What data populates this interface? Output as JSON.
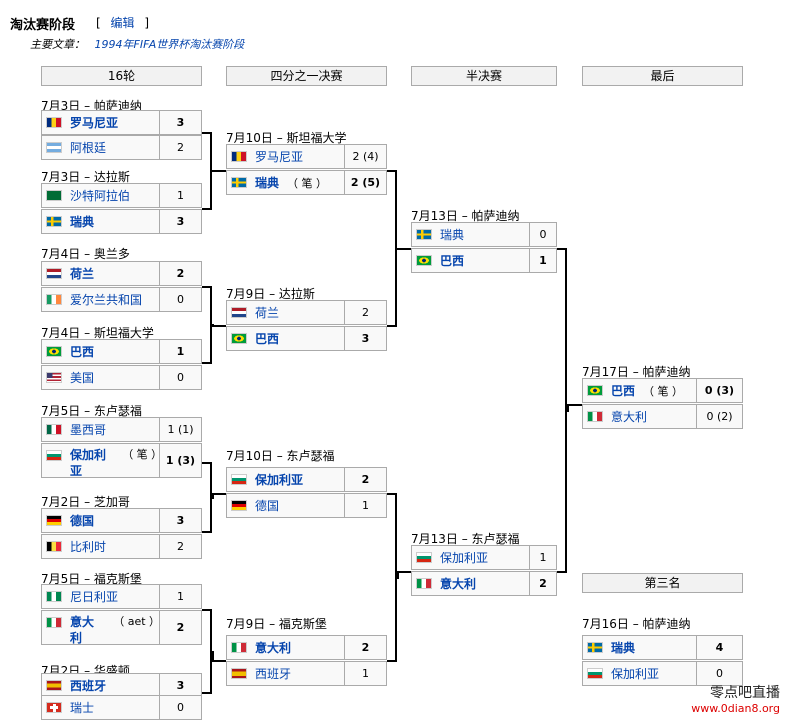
{
  "header": {
    "title": "淘汰赛阶段",
    "edit_open": "[",
    "edit_label": "编辑",
    "edit_close": "]",
    "main_prefix": "主要文章：",
    "main_link": "1994年FIFA世界杯淘汰赛阶段"
  },
  "rounds": {
    "r16": "16轮",
    "qf": "四分之一决赛",
    "sf": "半决赛",
    "final": "最后",
    "third": "第三名"
  },
  "r16": [
    {
      "date": "7月3日 – 帕萨迪纳",
      "teams": [
        {
          "name": "罗马尼亚",
          "flag": "romania-flag",
          "score": "3",
          "win": true
        },
        {
          "name": "阿根廷",
          "flag": "argentina-flag",
          "score": "2",
          "win": false
        }
      ]
    },
    {
      "date": "7月3日 – 达拉斯",
      "teams": [
        {
          "name": "沙特阿拉伯",
          "flag": "saudi-arabia-flag",
          "score": "1",
          "win": false
        },
        {
          "name": "瑞典",
          "flag": "sweden-flag",
          "score": "3",
          "win": true
        }
      ]
    },
    {
      "date": "7月4日 – 奥兰多",
      "teams": [
        {
          "name": "荷兰",
          "flag": "netherlands-flag",
          "score": "2",
          "win": true
        },
        {
          "name": "爱尔兰共和国",
          "flag": "ireland-flag",
          "score": "0",
          "win": false
        }
      ]
    },
    {
      "date": "7月4日 – 斯坦福大学",
      "teams": [
        {
          "name": "巴西",
          "flag": "brazil-flag",
          "score": "1",
          "win": true
        },
        {
          "name": "美国",
          "flag": "usa-flag",
          "score": "0",
          "win": false
        }
      ]
    },
    {
      "date": "7月5日 – 东卢瑟福",
      "teams": [
        {
          "name": "墨西哥",
          "flag": "mexico-flag",
          "score": "1 (1)",
          "win": false
        },
        {
          "name": "保加利亚",
          "flag": "bulgaria-flag",
          "score": "1 (3)",
          "win": true,
          "note": "（ 笔 ）",
          "tall": true
        }
      ]
    },
    {
      "date": "7月2日 – 芝加哥",
      "teams": [
        {
          "name": "德国",
          "flag": "germany-flag",
          "score": "3",
          "win": true
        },
        {
          "name": "比利时",
          "flag": "belgium-flag",
          "score": "2",
          "win": false
        }
      ]
    },
    {
      "date": "7月5日 – 福克斯堡",
      "teams": [
        {
          "name": "尼日利亚",
          "flag": "nigeria-flag",
          "score": "1",
          "win": false
        },
        {
          "name": "意大利",
          "flag": "italy-flag",
          "score": "2",
          "win": true,
          "note": "（ aet ）",
          "tall": true
        }
      ]
    },
    {
      "date": "7月2日 – 华盛顿",
      "teams": [
        {
          "name": "西班牙",
          "flag": "spain-flag",
          "score": "3",
          "win": true
        },
        {
          "name": "瑞士",
          "flag": "switzerland-flag",
          "score": "0",
          "win": false
        }
      ]
    }
  ],
  "qf": [
    {
      "date": "7月10日 – 斯坦福大学",
      "teams": [
        {
          "name": "罗马尼亚",
          "flag": "romania-flag",
          "score": "2 (4)",
          "win": false
        },
        {
          "name": "瑞典",
          "flag": "sweden-flag",
          "score": "2 (5)",
          "win": true,
          "note": "（ 笔 ）"
        }
      ]
    },
    {
      "date": "7月9日 – 达拉斯",
      "teams": [
        {
          "name": "荷兰",
          "flag": "netherlands-flag",
          "score": "2",
          "win": false
        },
        {
          "name": "巴西",
          "flag": "brazil-flag",
          "score": "3",
          "win": true
        }
      ]
    },
    {
      "date": "7月10日 – 东卢瑟福",
      "teams": [
        {
          "name": "保加利亚",
          "flag": "bulgaria-flag",
          "score": "2",
          "win": true
        },
        {
          "name": "德国",
          "flag": "germany-flag",
          "score": "1",
          "win": false
        }
      ]
    },
    {
      "date": "7月9日 – 福克斯堡",
      "teams": [
        {
          "name": "意大利",
          "flag": "italy-flag",
          "score": "2",
          "win": true
        },
        {
          "name": "西班牙",
          "flag": "spain-flag",
          "score": "1",
          "win": false
        }
      ]
    }
  ],
  "sf": [
    {
      "date": "7月13日 – 帕萨迪纳",
      "teams": [
        {
          "name": "瑞典",
          "flag": "sweden-flag",
          "score": "0",
          "win": false
        },
        {
          "name": "巴西",
          "flag": "brazil-flag",
          "score": "1",
          "win": true
        }
      ]
    },
    {
      "date": "7月13日 – 东卢瑟福",
      "teams": [
        {
          "name": "保加利亚",
          "flag": "bulgaria-flag",
          "score": "1",
          "win": false
        },
        {
          "name": "意大利",
          "flag": "italy-flag",
          "score": "2",
          "win": true
        }
      ]
    }
  ],
  "final": {
    "date": "7月17日 – 帕萨迪纳",
    "teams": [
      {
        "name": "巴西",
        "flag": "brazil-flag",
        "score": "0 (3)",
        "win": true,
        "note": "（ 笔 ）"
      },
      {
        "name": "意大利",
        "flag": "italy-flag",
        "score": "0 (2)",
        "win": false
      }
    ]
  },
  "third": {
    "date": "7月16日 – 帕萨迪纳",
    "teams": [
      {
        "name": "瑞典",
        "flag": "sweden-flag",
        "score": "4",
        "win": true
      },
      {
        "name": "保加利亚",
        "flag": "bulgaria-flag",
        "score": "0",
        "win": false
      }
    ]
  },
  "watermark": {
    "line1": "零点吧直播",
    "line2": "www.0dian8.org"
  }
}
